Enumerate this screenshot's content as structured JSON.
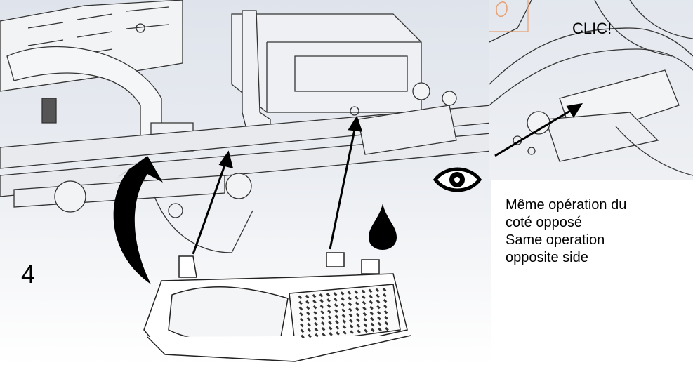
{
  "step": {
    "number": "4"
  },
  "inset": {
    "label": "CLIC!"
  },
  "caption": {
    "lines": [
      "Même opération du",
      "coté opposé",
      "Same operation",
      "opposite side"
    ]
  },
  "icons": {
    "eye": "eye-icon",
    "drop": "water-drop-icon"
  },
  "colors": {
    "line": "#222222",
    "accent_orange": "#e8a070"
  }
}
